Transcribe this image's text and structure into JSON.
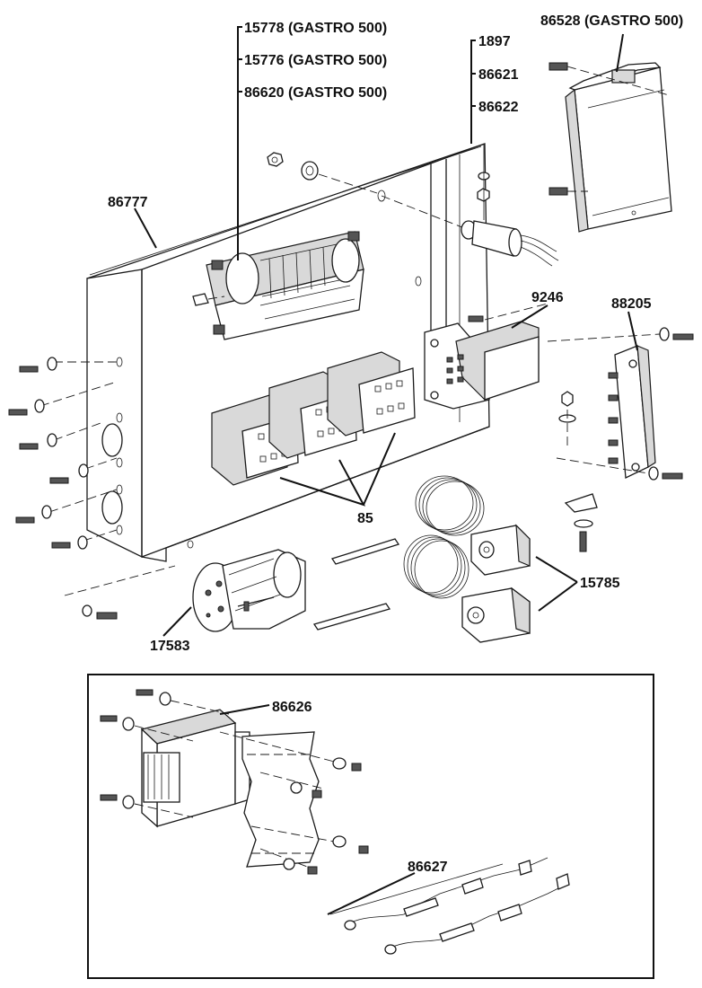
{
  "parts": {
    "timer_labels": [
      "15778 (GASTRO 500)",
      "15776 (GASTRO 500)",
      "86620 (GASTRO 500)"
    ],
    "module_label": "86528 (GASTRO 500)",
    "capacitor_labels": [
      "1897",
      "86621",
      "86622"
    ],
    "housing_label": "86777",
    "relay_label": "9246",
    "terminal_block_label": "88205",
    "contactors_label": "85",
    "thermostats_label": "15785",
    "motor_label": "17583",
    "transformer_label": "86626",
    "cable_label": "86627"
  }
}
